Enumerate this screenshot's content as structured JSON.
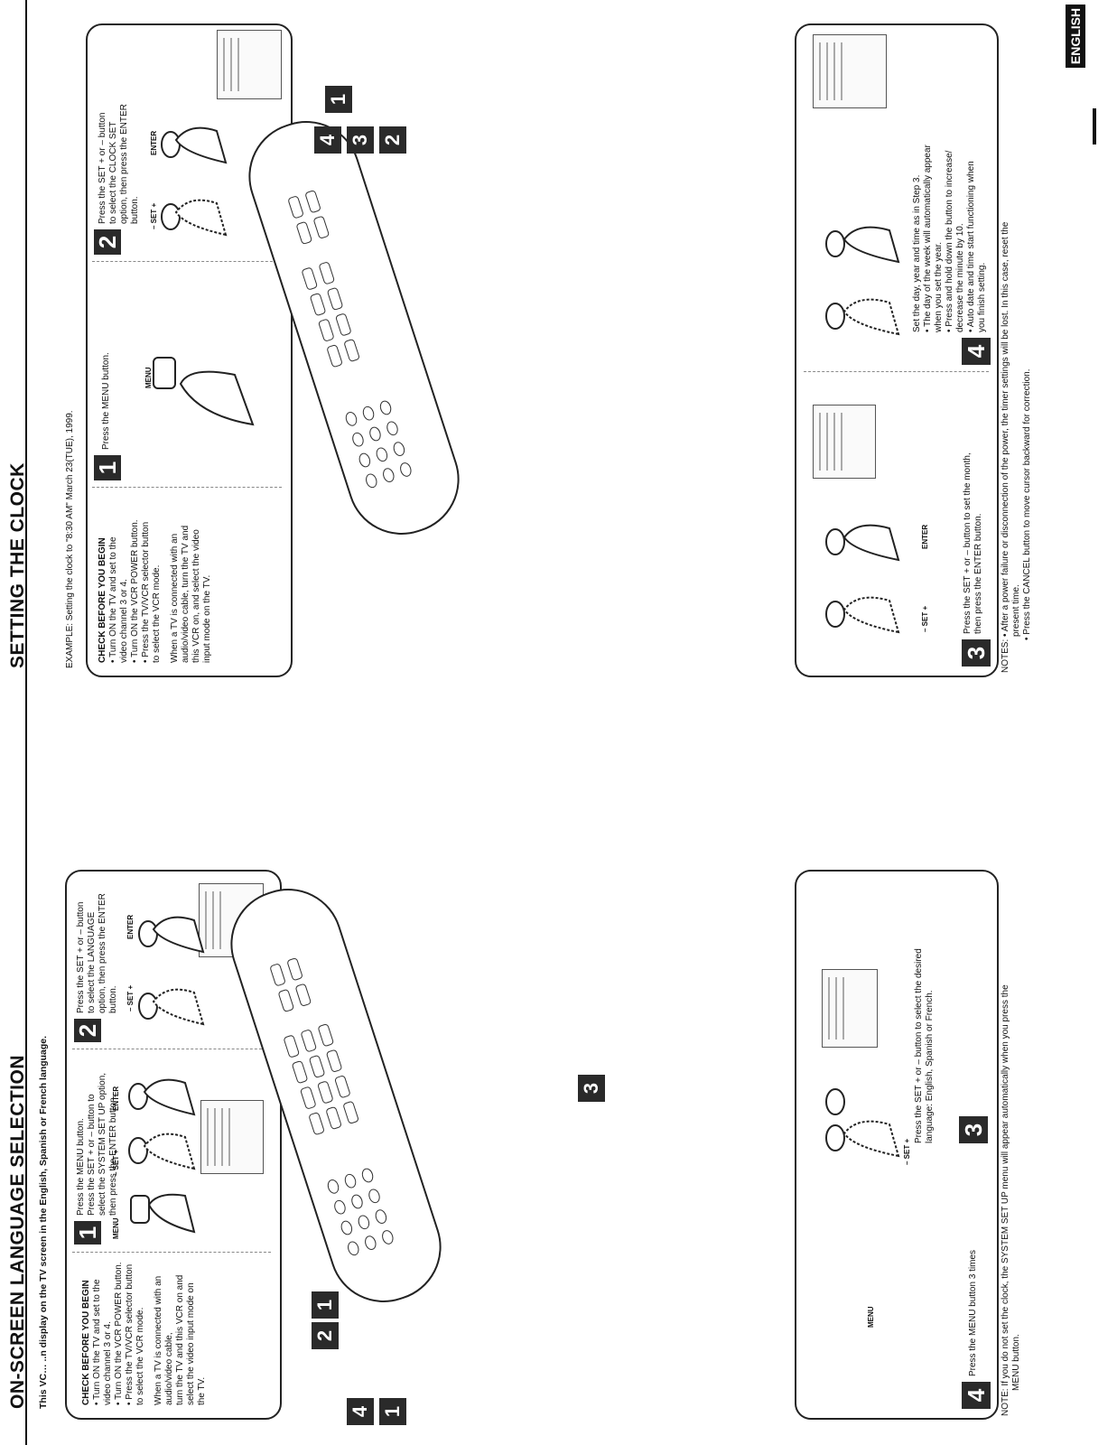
{
  "language_section": {
    "title": "ON-SCREEN LANGUAGE SELECTION",
    "intro": "This VC… ..n display on the TV screen in the English, Spanish or French language.",
    "check_title": "CHECK BEFORE YOU BEGIN",
    "check_items": [
      "• Turn ON the TV and set to the",
      "   video channel 3 or 4.",
      "• Turn ON the VCR POWER button.",
      "• Press the TV/VCR selector button",
      "   to select the VCR mode."
    ],
    "check_note": [
      "When a TV is connected with an",
      "audio/video cable,",
      "turn the TV and this VCR on and",
      "select the video input mode on",
      "the TV."
    ],
    "step1_num": "1",
    "step1_text": [
      "Press the MENU button.",
      "Press the SET + or – button to",
      "select the SYSTEM SET UP option,",
      "then press the ENTER button."
    ],
    "step2_num": "2",
    "step2_text": [
      "Press the SET + or – button",
      "to select the LANGUAGE",
      "option, then press the ENTER",
      "button."
    ],
    "step3_num": "3",
    "step3_text": [
      "Press the SET + or – button to select the desired",
      "language: English, Spanish or French."
    ],
    "step4_num": "4",
    "step4_text": "Press the MENU button 3 times",
    "labels": {
      "menu": "MENU",
      "set": "–  SET  +",
      "enter": "ENTER"
    },
    "note": "NOTE: If you do not set the clock, the SYSTEM SET UP menu will appear automatically when you press the",
    "note_cont": "MENU button.",
    "remote_tags": [
      "3",
      "1",
      "2",
      "1",
      "4"
    ]
  },
  "clock_section": {
    "title": "SETTING THE CLOCK",
    "example": "EXAMPLE: Setting the clock to \"8:30 AM\" March 23(TUE), 1999.",
    "check_title": "CHECK BEFORE YOU BEGIN",
    "check_items": [
      "• Turn ON the TV and set to the",
      "   video channel 3 or 4.",
      "• Turn ON the VCR POWER button.",
      "• Press the TV/VCR selector button",
      "   to select the VCR mode."
    ],
    "check_note": [
      "When a TV is connected with an",
      "audio/video cable, turn the TV and",
      "this VCR on, and select the video",
      "input mode on the TV."
    ],
    "step1_num": "1",
    "step1_text": "Press the MENU button.",
    "step2_num": "2",
    "step2_text": [
      "Press the SET + or – button",
      "to select the CLOCK SET",
      "option, then press the ENTER",
      "button."
    ],
    "step3_num": "3",
    "step3_text": [
      "Press the SET + or – button to set the month,",
      "then press the ENTER button."
    ],
    "step4_num": "4",
    "step4_text": [
      "Set the day, year and time as in Step 3.",
      "• The day of the week will automatically appear",
      "   when you set the year.",
      "• Press and hold down the button to increase/",
      "   decrease the minute by 10.",
      "• Auto date and time start functioning when",
      "   you finish setting."
    ],
    "labels": {
      "menu": "MENU",
      "set": "–  SET  +",
      "enter": "ENTER"
    },
    "notes": [
      "NOTES: • After a power failure or disconnection of the power, the timer settings will be lost. In this case, reset the",
      "present time.",
      "• Press the CANCEL button to move cursor backward for correction."
    ],
    "remote_tags": [
      "1",
      "2",
      "3",
      "4"
    ]
  },
  "footer": {
    "language_badge": "ENGLISH",
    "page_mark": "I"
  }
}
